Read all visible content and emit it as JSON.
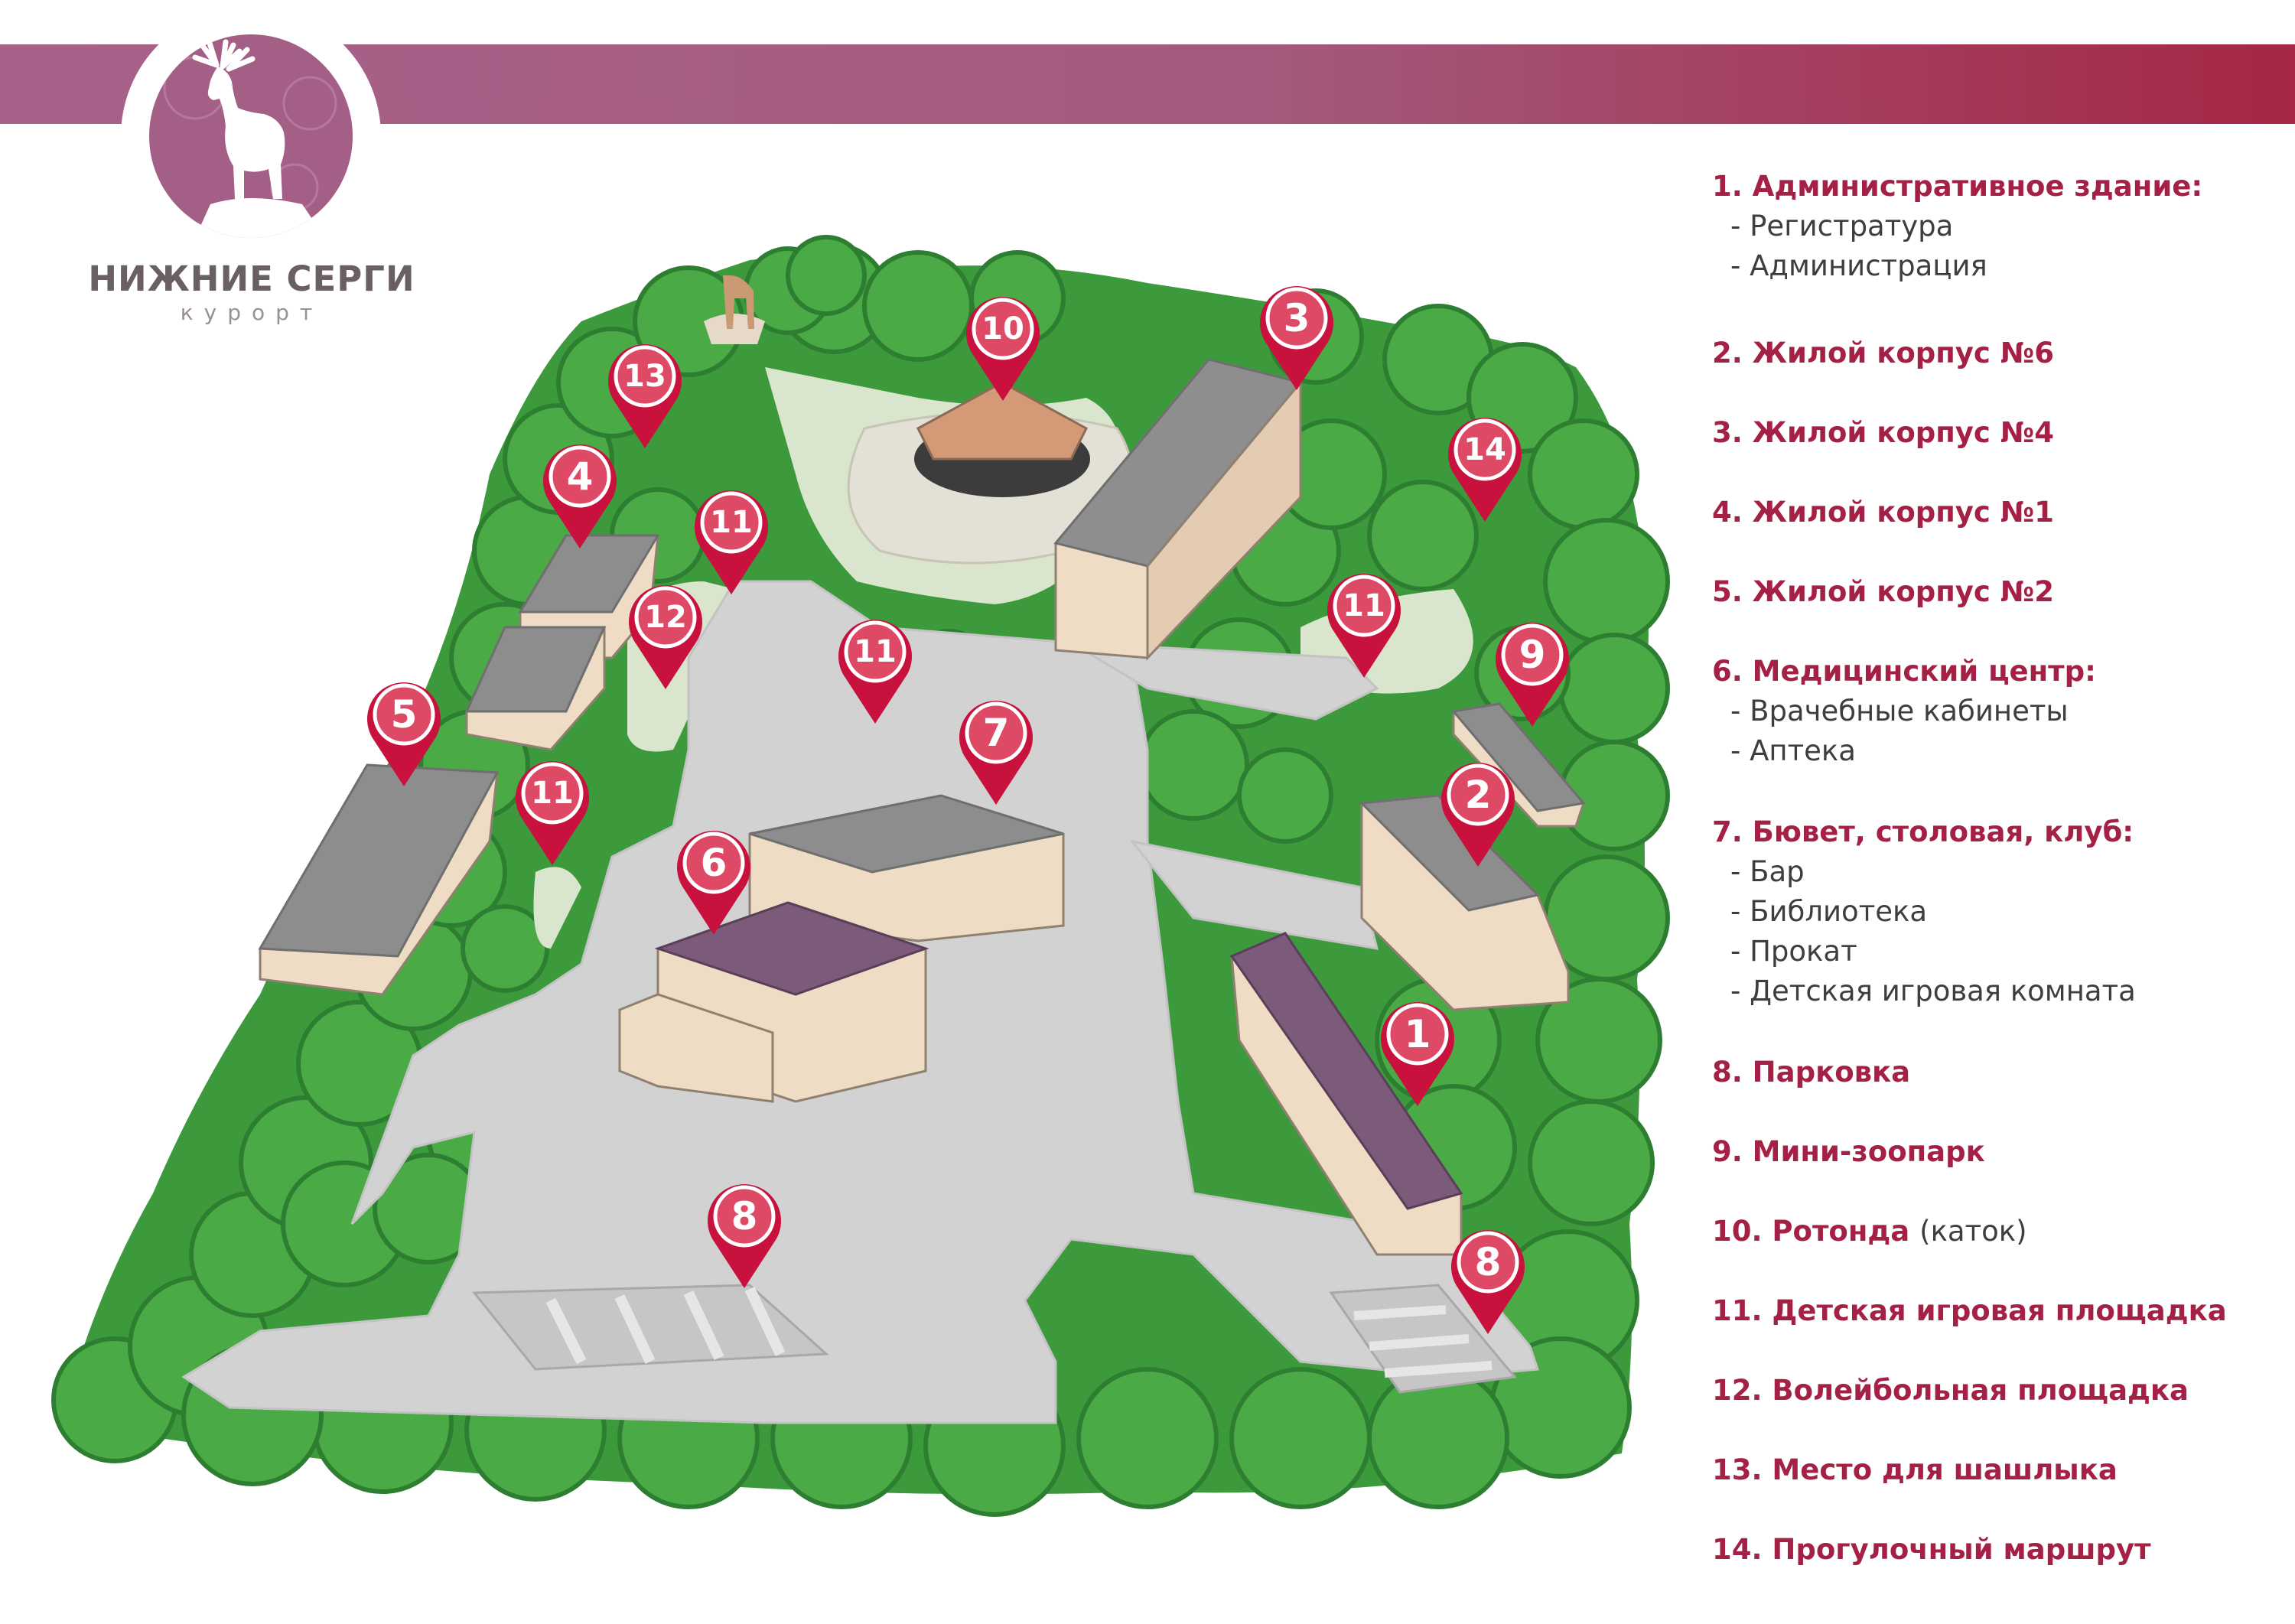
{
  "brand": {
    "name": "НИЖНИЕ СЕРГИ",
    "subtitle": "курорт",
    "logo_icon": "moose-icon",
    "accent_color": "#a42145",
    "banner_colors": [
      "#a7628a",
      "#a52744"
    ]
  },
  "legend": [
    {
      "num": "1",
      "title": "1. Административное здание:",
      "sub": [
        "- Регистратура",
        "- Администрация"
      ]
    },
    {
      "num": "2",
      "title": "2. Жилой корпус №6"
    },
    {
      "num": "3",
      "title": "3. Жилой корпус №4"
    },
    {
      "num": "4",
      "title": "4. Жилой корпус №1"
    },
    {
      "num": "5",
      "title": "5. Жилой корпус №2"
    },
    {
      "num": "6",
      "title": "6. Медицинский центр:",
      "sub": [
        "- Врачебные кабинеты",
        "- Аптека"
      ]
    },
    {
      "num": "7",
      "title": "7. Бювет, столовая, клуб:",
      "sub": [
        "- Бар",
        "- Библиотека",
        "- Прокат",
        "- Детская игровая комната"
      ]
    },
    {
      "num": "8",
      "title": "8. Парковка"
    },
    {
      "num": "9",
      "title": "9. Мини-зоопарк"
    },
    {
      "num": "10",
      "title": "10. Ротонда",
      "note": "(каток)"
    },
    {
      "num": "11",
      "title": "11. Детская игровая площадка"
    },
    {
      "num": "12",
      "title": "12. Волейбольная площадка"
    },
    {
      "num": "13",
      "title": "13. Место для шашлыка"
    },
    {
      "num": "14",
      "title": "14. Прогулочный маршрут"
    }
  ],
  "markers": [
    {
      "id": "marker-1",
      "label": "1"
    },
    {
      "id": "marker-2",
      "label": "2"
    },
    {
      "id": "marker-3",
      "label": "3"
    },
    {
      "id": "marker-4",
      "label": "4"
    },
    {
      "id": "marker-5",
      "label": "5"
    },
    {
      "id": "marker-6",
      "label": "6"
    },
    {
      "id": "marker-7",
      "label": "7"
    },
    {
      "id": "marker-8a",
      "label": "8"
    },
    {
      "id": "marker-8b",
      "label": "8"
    },
    {
      "id": "marker-9",
      "label": "9"
    },
    {
      "id": "marker-10",
      "label": "10"
    },
    {
      "id": "marker-11a",
      "label": "11"
    },
    {
      "id": "marker-11b",
      "label": "11"
    },
    {
      "id": "marker-11c",
      "label": "11"
    },
    {
      "id": "marker-11d",
      "label": "11"
    },
    {
      "id": "marker-11e",
      "label": "11"
    },
    {
      "id": "marker-12",
      "label": "12"
    },
    {
      "id": "marker-13",
      "label": "13"
    },
    {
      "id": "marker-14",
      "label": "14"
    }
  ]
}
